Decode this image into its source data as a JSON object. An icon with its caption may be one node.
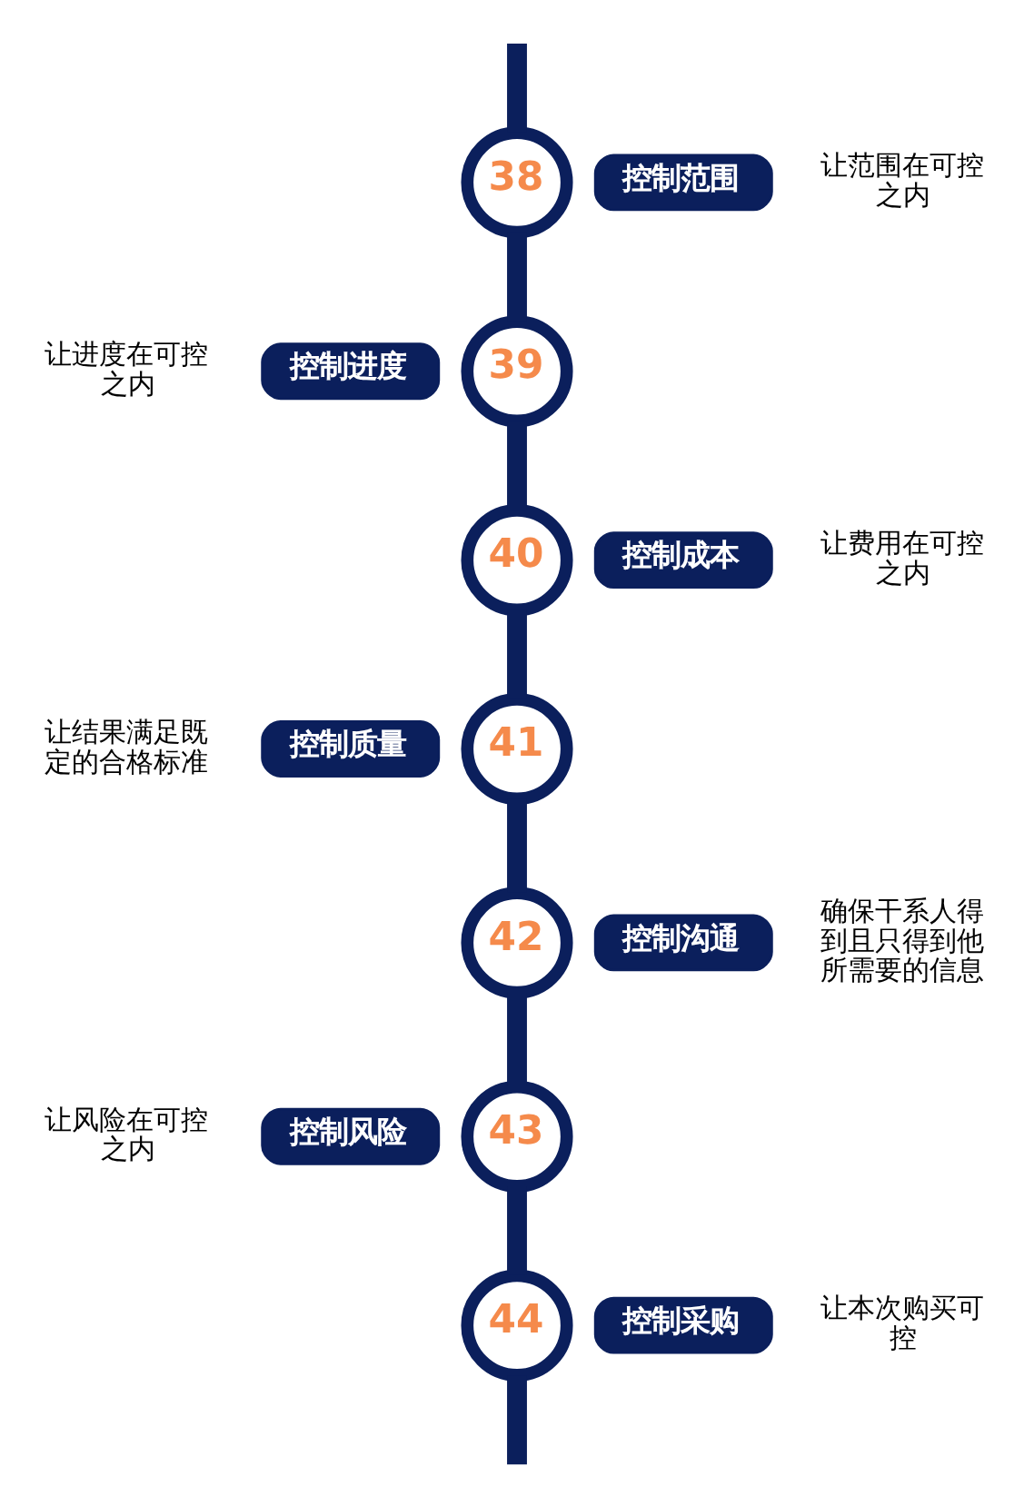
{
  "diagram": {
    "nodes": [
      {
        "text": [
          "38"
        ]
      },
      {
        "text": [
          "控制范围"
        ],
        "beside": [
          "让范围在可控之内"
        ]
      },
      {
        "text": [
          "39"
        ]
      },
      {
        "text": [
          "控制进度"
        ],
        "beside": [
          "让进度在可控之内"
        ]
      },
      {
        "text": [
          "40"
        ]
      },
      {
        "text": [
          "控制成本"
        ],
        "beside": [
          "让费用在可控之内"
        ]
      },
      {
        "text": [
          "41"
        ]
      },
      {
        "text": [
          "控制质量"
        ],
        "beside": [
          "让结果满足既定的合格标准"
        ]
      },
      {
        "text": [
          "42"
        ]
      },
      {
        "text": [
          "控制沟通"
        ],
        "beside": [
          "确保干系人得到且只得到他所需要的信息"
        ]
      },
      {
        "text": [
          "43"
        ]
      },
      {
        "text": [
          "控制风险"
        ],
        "beside": [
          "让风险在可控之内"
        ]
      },
      {
        "text": [
          "44"
        ]
      },
      {
        "text": [
          "控制采购"
        ],
        "beside": [
          "让本次购买可控"
        ]
      }
    ],
    "edges": [
      {
        "from": null,
        "to": 0,
        "arrow": "none"
      },
      {
        "from": 0,
        "to": 2,
        "arrow": "none"
      },
      {
        "from": 2,
        "to": 4,
        "arrow": "none"
      },
      {
        "from": 4,
        "to": 6,
        "arrow": "none"
      },
      {
        "from": 6,
        "to": 8,
        "arrow": "none"
      },
      {
        "from": 8,
        "to": 10,
        "arrow": "none"
      },
      {
        "from": 10,
        "to": 12,
        "arrow": "none"
      },
      {
        "from": 12,
        "to": null,
        "arrow": "none"
      }
    ]
  }
}
